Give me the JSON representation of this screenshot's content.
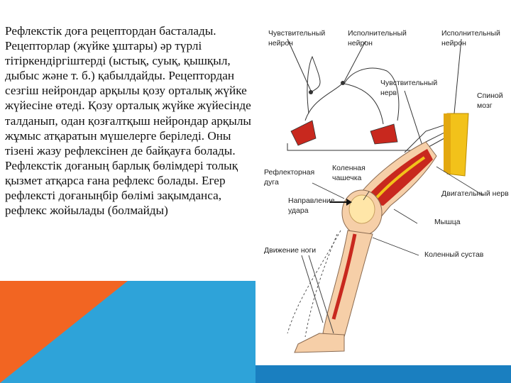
{
  "slide": {
    "body_text": "Рефлекстік доға рецептордан басталады. Рецепторлар (жүйке ұштары) әр түрлі тітіркендіргіштерді (ыстық, суық, қышқыл, дыбыс және т. б.) қабылдайды. Рецептордан сезгіш нейрондар арқылы қозу орталық жүйке жүйесіне өтеді. Қозу орталық жүйке жүйесінде талданып, одан қозғалтқыш нейрондар арқылы жұмыс атқаратын мүшелерге беріледі. Оны тізені жазу рефлексінен де байқауға болады. Рефлекстік доғаның барлық бөлімдері толық қызмет атқарса ғана рефлекс болады. Егер рефлексті доғаныңбір бөлімі зақымданса, рефлекс жойылады (болмайды)"
  },
  "diagram": {
    "labels": {
      "sensory_neuron_l1": "Чувствительный",
      "sensory_neuron_l2": "нейрон",
      "motor_neuron_l1": "Исполнительный",
      "motor_neuron_l2": "нейрон",
      "motor_neuron2_l1": "Исполнительный",
      "motor_neuron2_l2": "нейрон",
      "sensory_nerve_l1": "Чувствительный",
      "sensory_nerve_l2": "нерв",
      "spinal_cord_l1": "Спиной",
      "spinal_cord_l2": "мозг",
      "reflex_arc_l1": "Рефлекторная",
      "reflex_arc_l2": "дуга",
      "kneecap_l1": "Коленная",
      "kneecap_l2": "чашечка",
      "motor_nerve": "Двигательный нерв",
      "strike_l1": "Направление",
      "strike_l2": "удара",
      "muscle": "Мышца",
      "leg_movement": "Движение ноги",
      "knee_joint": "Коленный сустав"
    }
  },
  "colors": {
    "blue": "#2ea3d9",
    "orange": "#f26522",
    "dark_blue": "#1a7fc0",
    "muscle_red": "#c8281e",
    "skin": "#f6cfa8",
    "spinal_yellow": "#f2c21a"
  }
}
